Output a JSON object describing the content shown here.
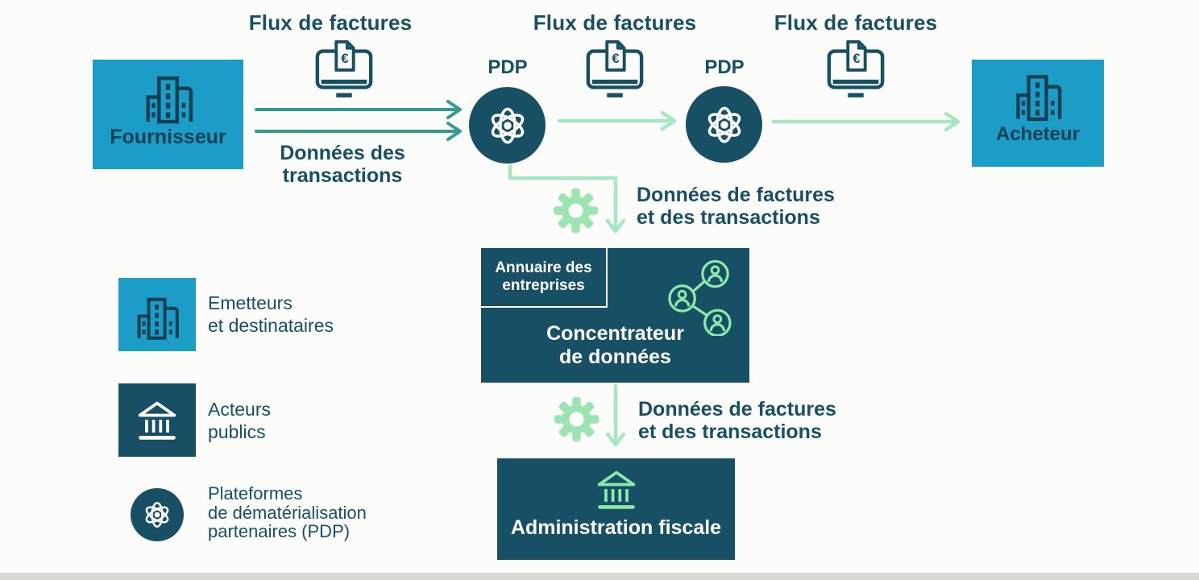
{
  "flow": {
    "flux_label_1": "Flux de factures",
    "flux_label_2": "Flux de factures",
    "flux_label_3": "Flux de factures",
    "fournisseur_label": "Fournisseur",
    "acheteur_label": "Acheteur",
    "pdp_label_1": "PDP",
    "pdp_label_2": "PDP",
    "donnees_transactions": {
      "line1": "Données des",
      "line2": "transactions"
    },
    "donnees_factures_1": {
      "line1": "Données de factures",
      "line2": "et des transactions"
    },
    "donnees_factures_2": {
      "line1": "Données de factures",
      "line2": "et des transactions"
    },
    "concentrateur": {
      "badge_line1": "Annuaire des",
      "badge_line2": "entreprises",
      "title_line1": "Concentrateur",
      "title_line2": "de données"
    },
    "administration_label": "Administration fiscale"
  },
  "legend": {
    "items": [
      {
        "icon": "building-icon",
        "lines": [
          "Emetteurs",
          "et destinataires"
        ]
      },
      {
        "icon": "bank-icon",
        "lines": [
          "Acteurs",
          "publics"
        ]
      },
      {
        "icon": "atom-icon",
        "lines": [
          "Plateformes",
          "de dématérialisation",
          "partenaires (PDP)"
        ]
      }
    ]
  },
  "icons": {
    "euro_symbol": "€"
  },
  "colors": {
    "cyan": "#1b9dc7",
    "dark_teal": "#175064",
    "teal_arrow": "#379a92",
    "light_green": "#a6e7c0",
    "icon_green": "#8ce9a8",
    "text_dark": "#175064"
  }
}
